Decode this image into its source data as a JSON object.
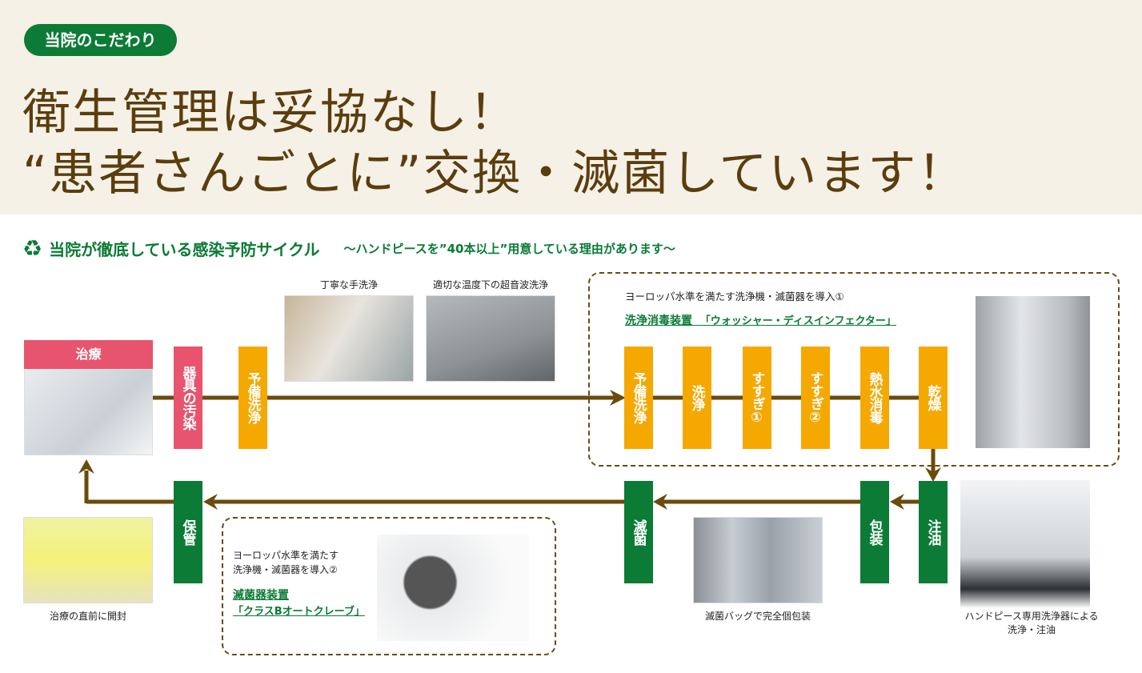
{
  "header": {
    "badge": "当院のこだわり",
    "title_line1": "衛生管理は妥協なし！",
    "title_line2": "“患者さんごとに”交換・滅菌しています！"
  },
  "section": {
    "title": "当院が徹底している感染予防サイクル",
    "subtitle": "～ハンドピースを”40本以上”用意している理由があります～"
  },
  "treatment": {
    "label": "治療"
  },
  "steps_top": {
    "contamination": "器具の汚染",
    "prewash": "予備洗浄"
  },
  "photos_top": {
    "hand_wash": "丁寧な手洗浄",
    "ultrasonic": "適切な温度下の超音波洗浄"
  },
  "washer": {
    "intro": "ヨーロッパ水準を満たす洗浄機・滅菌器を導入①",
    "title": "洗浄消毒装置",
    "name": "「ウォッシャー・ディスインフェクター」",
    "steps": [
      "予備洗浄",
      "洗浄",
      "すすぎ①",
      "すすぎ②",
      "熱水消毒",
      "乾燥"
    ]
  },
  "steps_bottom": {
    "oiling": "注油",
    "packaging": "包装",
    "sterilize": "滅菌",
    "storage": "保管"
  },
  "sterilizer": {
    "intro1": "ヨーロッパ水準を満たす",
    "intro2": "洗浄機・滅菌器を導入②",
    "title": "滅菌器装置",
    "name": "「クラスBオートクレーブ」"
  },
  "captions": {
    "open": "治療の直前に開封",
    "bag": "滅菌バッグで完全個包装",
    "handpiece1": "ハンドピース専用洗浄器による",
    "handpiece2": "洗浄・注油"
  },
  "colors": {
    "green": "#0b7b35",
    "orange": "#f5a800",
    "red": "#e8546e",
    "brown": "#6b4a14"
  }
}
